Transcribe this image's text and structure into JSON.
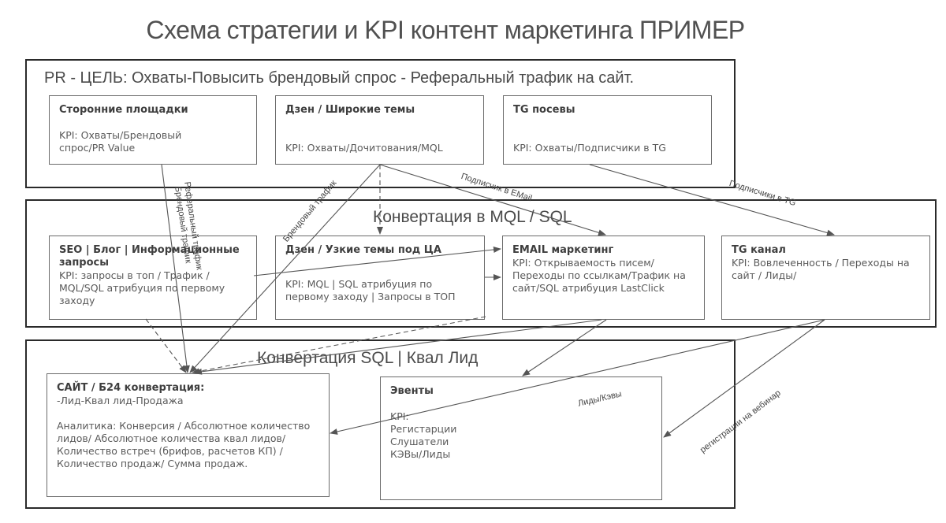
{
  "title": "Схема стратегии и KPI контент маркетинга  ПРИМЕР",
  "colors": {
    "border": "#2a2a2a",
    "node_border": "#6b6b6b",
    "line": "#555555",
    "text": "#4a4a4a"
  },
  "groups": {
    "pr": {
      "label": "PR - ЦЕЛЬ: Охваты-Повысить брендовый спрос - Реферальный трафик на сайт.",
      "nodes": [
        {
          "title": "Сторонние площадки",
          "kpi": "KPI: Охваты/Брендовый спрос/PR Value"
        },
        {
          "title": "Дзен / Широкие темы",
          "kpi": "KPI: Охваты/Дочитования/MQL"
        },
        {
          "title": "TG посевы",
          "kpi": "KPI: Охваты/Подписчики в TG"
        }
      ]
    },
    "mql": {
      "label": "Конвертация в MQL / SQL",
      "nodes": [
        {
          "title": "SEO | Блог | Информационные запросы",
          "kpi": "KPI: запросы в топ / Трафик / MQL/SQL атрибуция по первому заходу"
        },
        {
          "title": "Дзен / Узкие темы под ЦА",
          "kpi": "KPI: MQL | SQL атрибуция по первому заходу | Запросы в ТОП"
        },
        {
          "title": "EMAIL маркетинг",
          "kpi": "KPI: Открываемость писем/Переходы по ссылкам/Трафик на сайт/SQL атрибуция LastClick"
        },
        {
          "title": "TG канал",
          "kpi": "KPI: Вовлеченность / Переходы на сайт / Лиды/"
        }
      ]
    },
    "sql": {
      "label": "Конвертация  SQL | Квал Лид",
      "nodes": [
        {
          "title": "САЙТ / Б24 конвертация:",
          "subtitle": "-Лид-Квал лид-Продажа",
          "kpi": "Аналитика: Конверсия / Абсолютное количество лидов/ Абсолютное количества квал лидов/ Количество встреч (брифов, расчетов КП) / Количество продаж/ Сумма продаж."
        },
        {
          "title": "Эвенты",
          "kpi_head": "KPI:",
          "kpi_lines": [
            "Регистарции",
            "Слушатели",
            "КЭВы/Лиды"
          ]
        }
      ]
    }
  },
  "edge_labels": {
    "referral": "Реферальный трафик",
    "brand_vertical": "Брендовый трафик",
    "brand_diag": "Брендовый трафик",
    "email_sub": "Подписчик в EMail",
    "tg_sub": "Подписчики в TG",
    "leads": "Лиды/Кэвы",
    "webinar": "регистрации на вебинар"
  }
}
